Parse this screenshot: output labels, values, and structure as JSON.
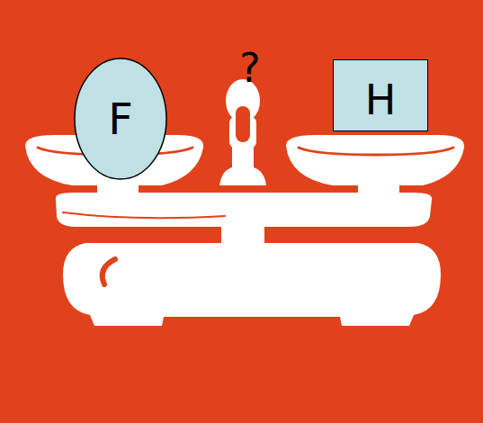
{
  "diagram": {
    "nodes": [
      {
        "text": [
          "F"
        ]
      },
      {
        "text": [
          "H"
        ]
      }
    ],
    "labels": [
      "?"
    ]
  }
}
